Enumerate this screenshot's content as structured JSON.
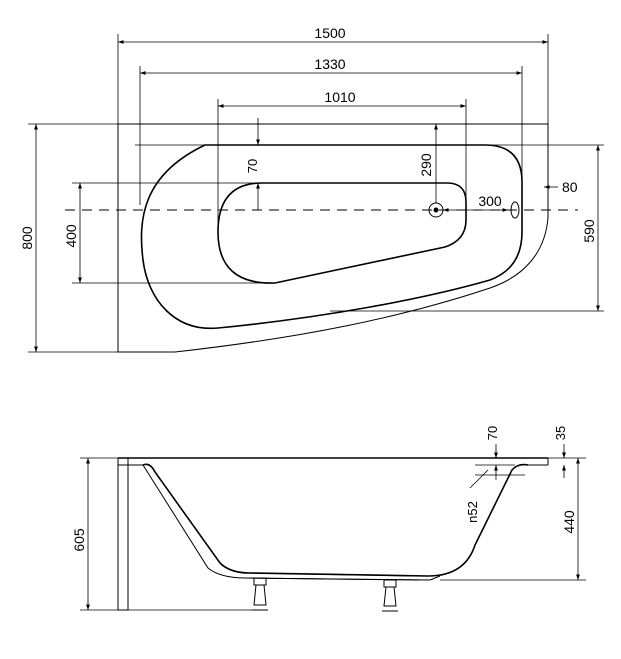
{
  "top_view": {
    "dim_overall_length": "1500",
    "dim_inner_length": "1330",
    "dim_basin_length": "1010",
    "dim_overall_width": "800",
    "dim_basin_width": "400",
    "dim_inner_width": "590",
    "dim_rim_offset": "70",
    "dim_drain_depth": "290",
    "dim_drain_spacing": "300",
    "dim_overflow_offset": "80"
  },
  "side_view": {
    "dim_total_height": "605",
    "dim_tub_height": "440",
    "dim_rim_height": "70",
    "dim_edge_thickness": "35",
    "dim_rim_radius": "n52"
  }
}
